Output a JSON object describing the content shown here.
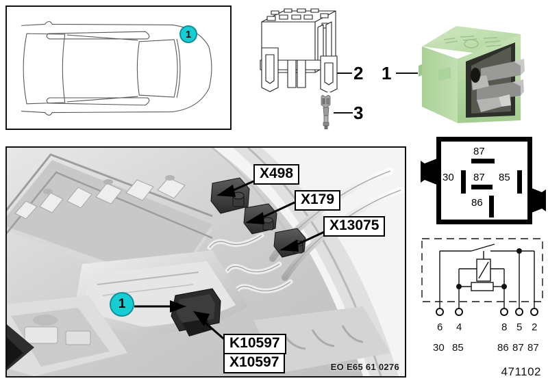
{
  "document": {
    "code": "471102",
    "photo_caption": "EO E65 61 0276"
  },
  "car_diagram": {
    "callout": "1"
  },
  "parts": {
    "relay_number": "1",
    "socket_number": "2",
    "terminal_number": "3"
  },
  "photo_labels": {
    "x498": "X498",
    "x179": "X179",
    "x13075": "X13075",
    "k10597": "K10597",
    "x10597": "X10597",
    "callout": "1"
  },
  "pin_layout": {
    "top_pin": "87",
    "left_pin": "30",
    "center_pin": "87",
    "right_pin": "85",
    "bottom_pin": "86"
  },
  "schematic": {
    "terminal_numbers": [
      "6",
      "4",
      "8",
      "5",
      "2"
    ],
    "terminal_designations": [
      "30",
      "85",
      "86",
      "87",
      "87"
    ]
  },
  "colors": {
    "callout_fill": "#17cdd4",
    "callout_stroke": "#0f8f96",
    "relay_body": "#b9dca8",
    "line": "#111111"
  }
}
